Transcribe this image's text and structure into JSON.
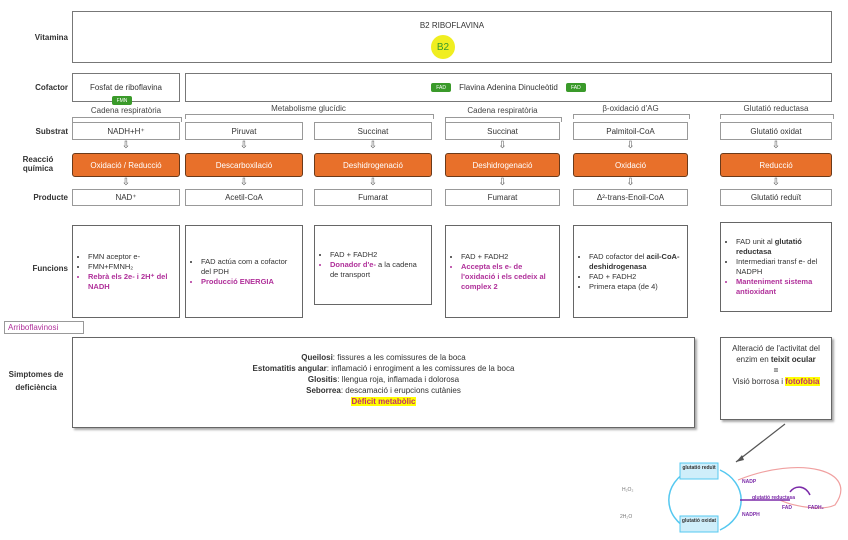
{
  "rows": {
    "vitamina": "Vitamina",
    "cofactor": "Cofactor",
    "substrat": "Substrat",
    "reaccio": "Reacció química",
    "producte": "Producte",
    "funcions": "Funcions",
    "simptomes": "Simptomes de deficiència"
  },
  "vitamin": {
    "title": "B2 RIBOFLAVINA",
    "badge": "B2"
  },
  "cofactor": {
    "left": "Fosfat de riboflavina",
    "left_badge": "FMN",
    "right": "Flavina Adenina Dinucleòtid",
    "right_badge": "FAD"
  },
  "categories": [
    "Cadena respiratòria",
    "Metabolisme glucídic",
    "Cadena respiratòria",
    "β-oxidació d'AG",
    "Glutatió reductasa"
  ],
  "columns": [
    {
      "substrat": "NADH+H⁺",
      "reaccio": "Oxidació / Reducció",
      "producte": "NAD⁺"
    },
    {
      "substrat": "Piruvat",
      "reaccio": "Descarboxilació",
      "producte": "Acetil-CoA"
    },
    {
      "substrat": "Succinat",
      "reaccio": "Deshidrogenació",
      "producte": "Fumarat"
    },
    {
      "substrat": "Succinat",
      "reaccio": "Deshidrogenació",
      "producte": "Fumarat"
    },
    {
      "substrat": "Palmitoil-CoA",
      "reaccio": "Oxidació",
      "producte": "Δ²-trans-Enoil-CoA"
    },
    {
      "substrat": "Glutatió oxidat",
      "reaccio": "Reducció",
      "producte": "Glutatió reduït"
    }
  ],
  "funcions": [
    [
      "FMN aceptor e-",
      "FMN+FMNH₂",
      "Rebrà els 2e- i 2H⁺ del NADH"
    ],
    [
      "FAD actúa com a cofactor del PDH",
      "Producció ENERGIA"
    ],
    [
      "FAD + FADH2",
      "Donador d'e-",
      "a la cadena de transport"
    ],
    [
      "FAD + FADH2",
      "Accepta els e- de l'oxidació i els cedeix al complex 2"
    ],
    [
      "FAD cofactor del",
      "acil-CoA-deshidrogenasa",
      "FAD + FADH2",
      "Primera etapa (de 4)"
    ],
    [
      "FAD unit al",
      "glutatió reductasa",
      "Intermediari transf e- del NADPH",
      "Manteniment sistema antioxidant"
    ]
  ],
  "arriboflavinosi": "Arriboflavinosi",
  "symptoms": [
    {
      "term": "Queilosi",
      "desc": ": fissures a les comissures de la boca"
    },
    {
      "term": "Estomatitis angular",
      "desc": ": inflamació i enrogiment a les comissures de la boca"
    },
    {
      "term": "Glositis",
      "desc": ": llengua roja, inflamada i dolorosa"
    },
    {
      "term": "Seborrea",
      "desc": ": descamació i erupcions cutànies"
    }
  ],
  "symptoms_highlight": "Dèficit metabòlic",
  "note": {
    "text1": "Alteració de l'activitat del enzim en",
    "bold": "teixit ocular",
    "eq": "=",
    "text2": "Visió borrosa i",
    "highlight": "fotofòbia"
  },
  "cycle": {
    "top": "glutatió reduït",
    "bottom": "glutatió oxidat",
    "left_top": "H₂O₂",
    "left_bottom": "2H₂O",
    "right_top": "NADP",
    "right_mid": "glutatió reductasa",
    "right_bottom": "NADPH",
    "fad": "FAD",
    "fadh": "FADH₂"
  },
  "colors": {
    "reaction": "#E8702A",
    "badge": "#3a9a2a",
    "vitamin_badge": "#f0ee20",
    "accent": "#b0309a"
  }
}
